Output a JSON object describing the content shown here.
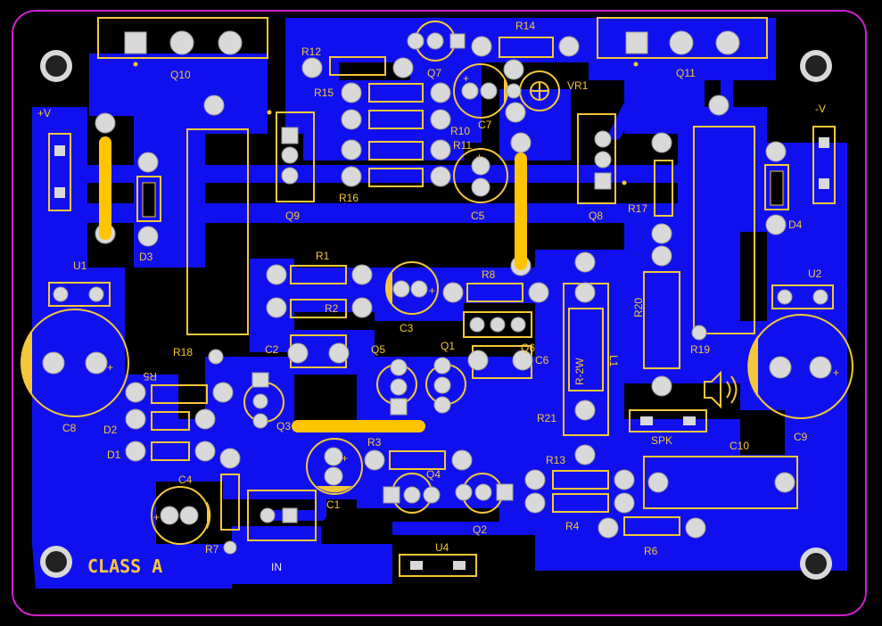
{
  "board": {
    "title_text": "CLASS A",
    "outline_color": "#cc22cc",
    "copper_color": "#1010ee",
    "silk_color": "#f4c73a",
    "pad_color": "#d9d9d9"
  },
  "labels": {
    "q10": "Q10",
    "q11": "Q11",
    "q7": "Q7",
    "q9": "Q9",
    "q8": "Q8",
    "q5": "Q5",
    "q1": "Q1",
    "q6": "Q6",
    "q3": "Q3",
    "q4": "Q4",
    "q2": "Q2",
    "r1": "R1",
    "r2": "R2",
    "r3": "R3",
    "r4": "R4",
    "r5": "R5",
    "r6": "R6",
    "r7": "R7",
    "r8": "R8",
    "r10": "R10",
    "r11": "R11",
    "r12": "R12",
    "r13": "R13",
    "r14": "R14",
    "r15": "R15",
    "r16": "R16",
    "r17": "R17",
    "r18": "R18",
    "r19": "R19",
    "r20": "R20",
    "r21": "R21",
    "c1": "C1",
    "c2": "C2",
    "c3": "C3",
    "c4": "C4",
    "c5": "C5",
    "c6": "C6",
    "c7": "C7",
    "c8": "C8",
    "c9": "C9",
    "c10": "C10",
    "d1": "D1",
    "d2": "D2",
    "d3": "D3",
    "d4": "D4",
    "u1": "U1",
    "u2": "U2",
    "u4": "U4",
    "vr1": "VR1",
    "l1": "L1",
    "r2w": "R-2W",
    "pos_v": "+V",
    "neg_v": "-V",
    "spk": "SPK",
    "in": "IN"
  }
}
